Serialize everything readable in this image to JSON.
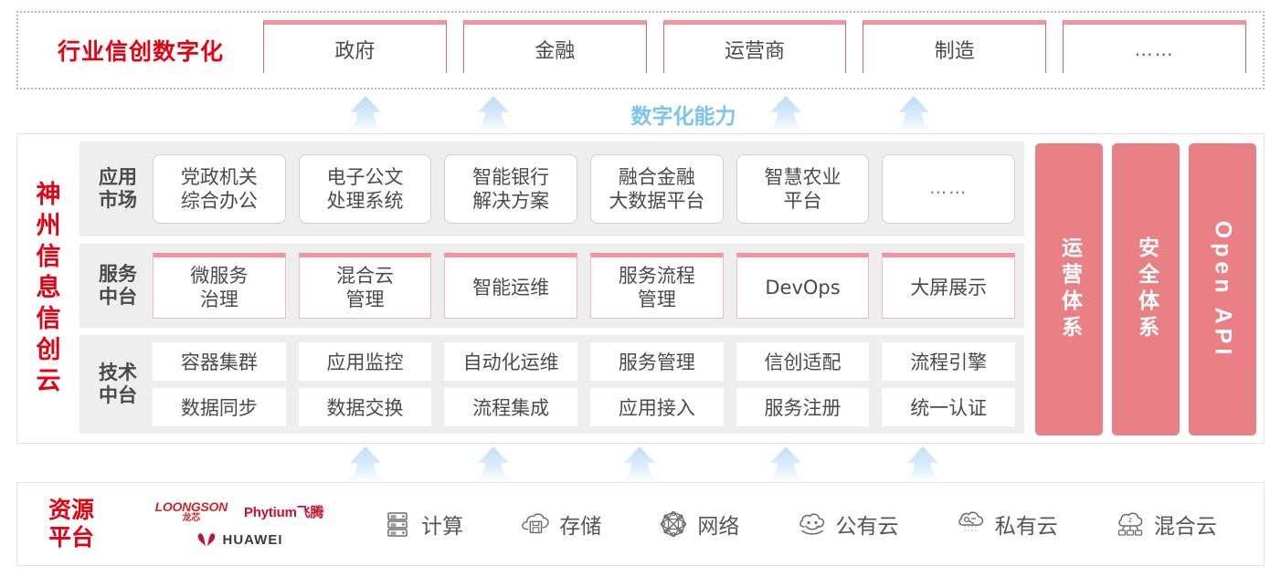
{
  "header": {
    "title": "行业信创数字化",
    "cards": [
      {
        "label": "政府"
      },
      {
        "label": "金融"
      },
      {
        "label": "运营商"
      },
      {
        "label": "制造"
      },
      {
        "label": "……"
      }
    ]
  },
  "capability": {
    "label": "数字化能力",
    "arrow_count_top": 4,
    "arrow_count_bottom": 5
  },
  "cloud": {
    "title_chars": [
      "神",
      "州",
      "信",
      "息",
      "信",
      "创",
      "云"
    ],
    "layers": {
      "app": {
        "label": "应用\n市场",
        "label_line1": "应用",
        "label_line2": "市场",
        "cards": [
          {
            "line1": "党政机关",
            "line2": "综合办公"
          },
          {
            "line1": "电子公文",
            "line2": "处理系统"
          },
          {
            "line1": "智能银行",
            "line2": "解决方案"
          },
          {
            "line1": "融合金融",
            "line2": "大数据平台"
          },
          {
            "line1": "智慧农业",
            "line2": "平台"
          },
          {
            "line1": "……",
            "line2": ""
          }
        ]
      },
      "service": {
        "label_line1": "服务",
        "label_line2": "中台",
        "cards": [
          {
            "line1": "微服务",
            "line2": "治理"
          },
          {
            "line1": "混合云",
            "line2": "管理"
          },
          {
            "line1": "智能运维",
            "line2": ""
          },
          {
            "line1": "服务流程",
            "line2": "管理"
          },
          {
            "line1": "DevOps",
            "line2": ""
          },
          {
            "line1": "大屏展示",
            "line2": ""
          }
        ]
      },
      "tech": {
        "label_line1": "技术",
        "label_line2": "中台",
        "row1": [
          "容器集群",
          "应用监控",
          "自动化运维",
          "服务管理",
          "信创适配",
          "流程引擎"
        ],
        "row2": [
          "数据同步",
          "数据交换",
          "流程集成",
          "应用接入",
          "服务注册",
          "统一认证"
        ]
      }
    },
    "pillars": [
      {
        "label": "运营体系",
        "type": "cjk"
      },
      {
        "label": "安全体系",
        "type": "cjk"
      },
      {
        "label": "Open API",
        "type": "latin"
      }
    ]
  },
  "resource": {
    "title_line1": "资源",
    "title_line2": "平台",
    "vendors": [
      {
        "name": "LOONGSON",
        "sub": "龙芯"
      },
      {
        "name": "Phytium飞腾",
        "sub": ""
      },
      {
        "name": "HUAWEI",
        "sub": ""
      }
    ],
    "items": [
      {
        "label": "计算",
        "icon": "server-icon"
      },
      {
        "label": "存储",
        "icon": "cloud-storage-icon"
      },
      {
        "label": "网络",
        "icon": "network-mesh-icon"
      },
      {
        "label": "公有云",
        "icon": "public-cloud-icon"
      },
      {
        "label": "私有云",
        "icon": "private-cloud-icon"
      },
      {
        "label": "混合云",
        "icon": "hybrid-cloud-icon"
      }
    ]
  },
  "colors": {
    "brand_red": "#e60012",
    "card_pink": "#f2949d",
    "pillar_pink": "#e98086",
    "arrow_blue": "#bfe2f7",
    "capability_blue": "#7cc3ef",
    "panel_gray": "#eeeeee"
  }
}
